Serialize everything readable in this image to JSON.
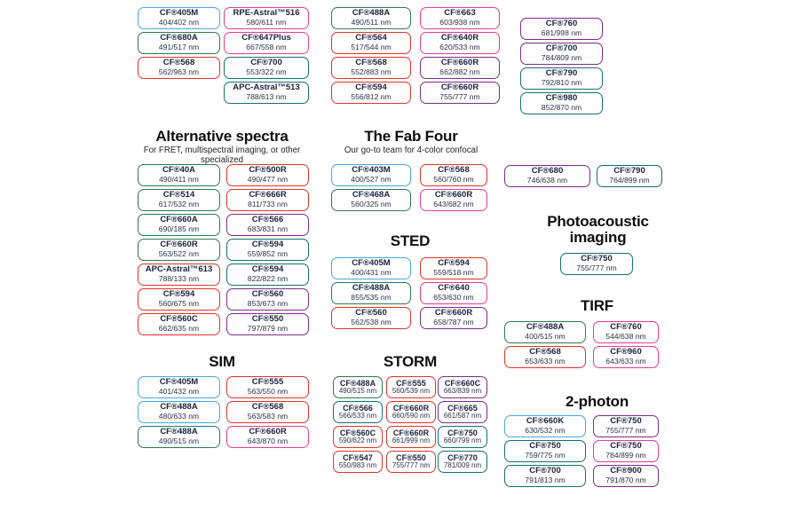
{
  "palette": {
    "blue": "#49a8de",
    "green": "#2e7b50",
    "teal": "#17706c",
    "red": "#df352b",
    "pink": "#e63d92",
    "purple": "#7c2d87"
  },
  "top": {
    "columns": [
      [
        {
          "n": "CF®405M",
          "r": "404/402 nm",
          "c": "blue"
        },
        {
          "n": "CF®680A",
          "r": "491/517 nm",
          "c": "green"
        },
        {
          "n": "CF®568",
          "r": "562/963 nm",
          "c": "red"
        }
      ],
      [
        {
          "n": "RPE-Astral™516",
          "r": "580/611 nm",
          "c": "pink"
        },
        {
          "n": "CF®647Plus",
          "r": "667/558 nm",
          "c": "pink"
        },
        {
          "n": "CF®700",
          "r": "553/322 nm",
          "c": "teal"
        },
        {
          "n": "APC-Astral™513",
          "r": "788/613 nm",
          "c": "teal"
        }
      ],
      [
        {
          "n": "CF®488A",
          "r": "490/511 nm",
          "c": "green"
        },
        {
          "n": "CF®564",
          "r": "517/544 nm",
          "c": "red"
        },
        {
          "n": "CF®568",
          "r": "552/883 nm",
          "c": "red"
        },
        {
          "n": "CF®594",
          "r": "556/812 nm",
          "c": "red"
        }
      ],
      [
        {
          "n": "CF®663",
          "r": "603/938 nm",
          "c": "pink"
        },
        {
          "n": "CF®640R",
          "r": "620/533 nm",
          "c": "pink"
        },
        {
          "n": "CF®660R",
          "r": "662/882 nm",
          "c": "purple"
        },
        {
          "n": "CF®660R",
          "r": "755/777 nm",
          "c": "purple"
        }
      ],
      [
        {
          "n": "CF®760",
          "r": "681/998 nm",
          "c": "purple"
        },
        {
          "n": "CF®700",
          "r": "784/809 nm",
          "c": "purple"
        },
        {
          "n": "CF®790",
          "r": "792/810 nm",
          "c": "teal"
        },
        {
          "n": "CF®980",
          "r": "852/870 nm",
          "c": "teal"
        }
      ]
    ]
  },
  "groups": {
    "alternative": {
      "title": "Alternative spectra",
      "subtitle": "For FRET, multispectral imaging, or other specialized",
      "columns": [
        [
          {
            "n": "CF®40A",
            "r": "490/411 nm",
            "c": "green"
          },
          {
            "n": "CF®514",
            "r": "617/532 nm",
            "c": "green"
          },
          {
            "n": "CF®660A",
            "r": "690/185 nm",
            "c": "green"
          },
          {
            "n": "CF®660R",
            "r": "563/522 nm",
            "c": "green"
          },
          {
            "n": "APC-Astral™613",
            "r": "788/133 nm",
            "c": "red"
          },
          {
            "n": "CF®594",
            "r": "560/675 nm",
            "c": "red"
          },
          {
            "n": "CF®560C",
            "r": "662/635 nm",
            "c": "red"
          }
        ],
        [
          {
            "n": "CF®500R",
            "r": "490/477 nm",
            "c": "red"
          },
          {
            "n": "CF®666R",
            "r": "811/733 nm",
            "c": "red"
          },
          {
            "n": "CF®566",
            "r": "683/831 nm",
            "c": "purple"
          },
          {
            "n": "CF®594",
            "r": "559/852 nm",
            "c": "teal"
          },
          {
            "n": "CF®594",
            "r": "822/822 nm",
            "c": "teal"
          },
          {
            "n": "CF®560",
            "r": "853/673 nm",
            "c": "purple"
          },
          {
            "n": "CF®550",
            "r": "797/879 nm",
            "c": "purple"
          }
        ]
      ]
    },
    "fabfour": {
      "title": "The Fab Four",
      "subtitle": "Our go-to team for 4-color confocal",
      "columns": [
        [
          {
            "n": "CF®403M",
            "r": "400/527 nm",
            "c": "blue"
          },
          {
            "n": "CF®468A",
            "r": "560/325 nm",
            "c": "green"
          }
        ],
        [
          {
            "n": "CF®568",
            "r": "560/760 nm",
            "c": "red"
          },
          {
            "n": "CF®660R",
            "r": "643/682 nm",
            "c": "pink"
          }
        ]
      ]
    },
    "sted": {
      "title": "STED",
      "columns": [
        [
          {
            "n": "CF®405M",
            "r": "400/431 nm",
            "c": "blue"
          },
          {
            "n": "CF®488A",
            "r": "855/535 nm",
            "c": "green"
          },
          {
            "n": "CF®560",
            "r": "562/538 nm",
            "c": "red"
          }
        ],
        [
          {
            "n": "CF®594",
            "r": "559/518 nm",
            "c": "red"
          },
          {
            "n": "CF®640",
            "r": "653/630 nm",
            "c": "pink"
          },
          {
            "n": "CF®660R",
            "r": "658/787 nm",
            "c": "purple"
          }
        ]
      ]
    },
    "nir_pair": {
      "columns": [
        [
          {
            "n": "CF®680",
            "r": "746/638 nm",
            "c": "purple"
          }
        ],
        [
          {
            "n": "CF®790",
            "r": "764/899 nm",
            "c": "teal"
          }
        ]
      ]
    },
    "photoacoustic": {
      "title": "Photoacoustic imaging",
      "columns": [
        [
          {
            "n": "CF®750",
            "r": "755/777 nm",
            "c": "teal"
          }
        ]
      ]
    },
    "tirf": {
      "title": "TIRF",
      "columns": [
        [
          {
            "n": "CF®488A",
            "r": "400/515 nm",
            "c": "green"
          },
          {
            "n": "CF®568",
            "r": "653/633 nm",
            "c": "red"
          }
        ],
        [
          {
            "n": "CF®760",
            "r": "544/638 nm",
            "c": "pink"
          },
          {
            "n": "CF®960",
            "r": "643/633 nm",
            "c": "pink"
          }
        ]
      ]
    },
    "sim": {
      "title": "SIM",
      "columns": [
        [
          {
            "n": "CF®405M",
            "r": "401/432 nm",
            "c": "blue"
          },
          {
            "n": "CF®488A",
            "r": "480/633 nm",
            "c": "blue"
          },
          {
            "n": "CF®488A",
            "r": "490/515 nm",
            "c": "green"
          }
        ],
        [
          {
            "n": "CF®555",
            "r": "563/550 nm",
            "c": "red"
          },
          {
            "n": "CF®568",
            "r": "563/583 nm",
            "c": "red"
          },
          {
            "n": "CF®660R",
            "r": "643/870 nm",
            "c": "pink"
          }
        ]
      ]
    },
    "storm": {
      "title": "STORM",
      "columns": [
        [
          {
            "n": "CF®488A",
            "r": "490/515 nm",
            "c": "green"
          },
          {
            "n": "CF®566",
            "r": "566/533 nm",
            "c": "teal"
          },
          {
            "n": "CF®560C",
            "r": "590/622 nm",
            "c": "red"
          },
          {
            "n": "CF®547",
            "r": "550/983 nm",
            "c": "red"
          }
        ],
        [
          {
            "n": "CF®555",
            "r": "560/539 nm",
            "c": "red"
          },
          {
            "n": "CF®660R",
            "r": "660/590 nm",
            "c": "red"
          },
          {
            "n": "CF®660R",
            "r": "661/999 nm",
            "c": "red"
          },
          {
            "n": "CF®550",
            "r": "755/777 nm",
            "c": "red"
          }
        ],
        [
          {
            "n": "CF®660C",
            "r": "663/839 nm",
            "c": "purple"
          },
          {
            "n": "CF®665",
            "r": "661/587 nm",
            "c": "purple"
          },
          {
            "n": "CF®750",
            "r": "660/799 nm",
            "c": "teal"
          },
          {
            "n": "CF®770",
            "r": "781/009 nm",
            "c": "teal"
          }
        ]
      ]
    },
    "twophoton": {
      "title": "2-photon",
      "columns": [
        [
          {
            "n": "CF®660K",
            "r": "630/532 nm",
            "c": "blue"
          },
          {
            "n": "CF®750",
            "r": "759/775 nm",
            "c": "teal"
          },
          {
            "n": "CF®700",
            "r": "791/813 nm",
            "c": "teal"
          }
        ],
        [
          {
            "n": "CF®750",
            "r": "755/777 nm",
            "c": "purple"
          },
          {
            "n": "CF®750",
            "r": "784/899 nm",
            "c": "pink"
          },
          {
            "n": "CF®900",
            "r": "791/870 nm",
            "c": "purple"
          }
        ]
      ]
    }
  }
}
